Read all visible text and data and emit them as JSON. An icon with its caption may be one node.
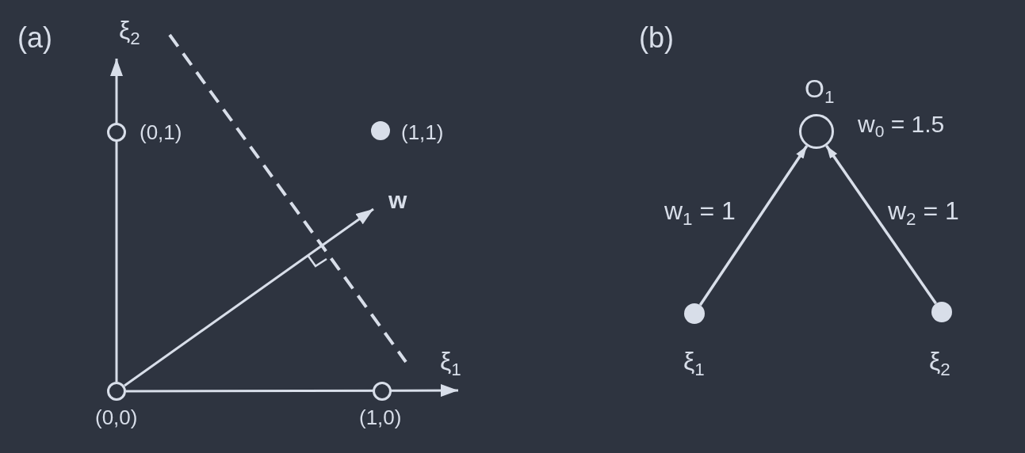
{
  "diagram": {
    "nodes": [
      {
        "text": [],
        "shape": "circle",
        "beside": [
          "(0,1)"
        ]
      },
      {
        "text": [],
        "shape": "circle",
        "beside": [
          "(1,1)"
        ]
      },
      {
        "text": [],
        "shape": "circle",
        "beside": [
          "(0,0)"
        ]
      },
      {
        "text": [],
        "shape": "circle",
        "beside": [
          "(1,0)"
        ]
      },
      {
        "text": [],
        "shape": "circle",
        "beside": [
          "O$_{1}$",
          "w$_{0}$ = 1.5"
        ]
      },
      {
        "text": [],
        "shape": "circle",
        "beside": [
          "ξ$_{1}$"
        ]
      },
      {
        "text": [],
        "shape": "circle",
        "beside": [
          "ξ$_{2}$"
        ]
      }
    ],
    "edges": [
      {
        "from": 5,
        "to": 4,
        "arrow": "to",
        "label": "w$_{1}$ = 1"
      },
      {
        "from": 6,
        "to": 4,
        "arrow": "to",
        "label": "w$_{2}$ = 1"
      }
    ],
    "labels": [
      "(a)",
      "ξ$_{2}$",
      "w",
      "ξ$_{1}$",
      "(b)"
    ]
  }
}
